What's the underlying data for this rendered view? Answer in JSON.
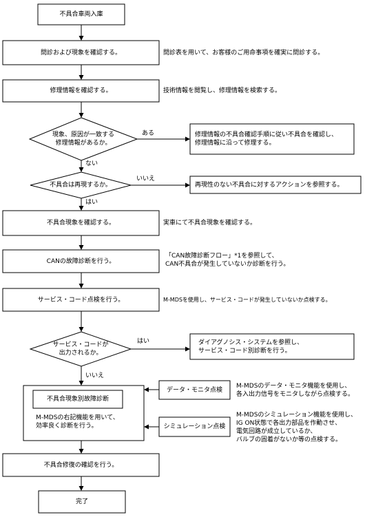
{
  "steps": {
    "intake": "不具合車両入庫",
    "interview": "問診および現象を確認する。",
    "repair_info": "修理情報を確認する。",
    "reproduce_confirm": "不具合現象を確認する。",
    "can_diag": "CANの故障診断を行う。",
    "service_code": "サービス・コード点検を行う。",
    "phenomenon_diag": "不具合現象別故障診断",
    "mmds_use": [
      "M-MDSの右記機能を用いて、",
      "効率良く診断を行う。"
    ],
    "data_monitor": "データ・モニタ点検",
    "simulation": "シミュレーション点検",
    "repair_confirm": "不具合修復の確認を行う。",
    "done": "完了"
  },
  "decisions": {
    "match": [
      "現象、原因が一致する",
      "修理情報があるか。"
    ],
    "reproducible": "不具合は再現するか。",
    "code_output": [
      "サービス・コードが",
      "出力されるか。"
    ]
  },
  "branch_labels": {
    "aru": "ある",
    "nai": "ない",
    "iie1": "いいえ",
    "hai1": "はい",
    "hai2": "はい",
    "iie2": "いいえ"
  },
  "outcomes": {
    "match_yes": [
      "修理情報の不具合確認手順に従い不具合を確認し、",
      "修理情報に沿って修理する。"
    ],
    "not_reproducible": "再現性のない不具合に対するアクションを参照する。",
    "code_yes": [
      "ダイアグノシス・システムを参照し、",
      "サービス・コード別診断を行う。"
    ]
  },
  "notes": {
    "interview": "問診表を用いて、お客様のご用命事項を確実に問診する。",
    "repair_info": "技術情報を閲覧し、修理情報を検索する。",
    "reproduce_confirm": "実車にて不具合現象を確認する。",
    "can_diag": [
      "「CAN故障診断フロー」*1を参照して、",
      "CAN不具合が発生していないか診断を行う。"
    ],
    "service_code": "M-MDSを使用し、サービス・コードが発生していないか点検する。",
    "data_monitor": [
      "M-MDSのデータ・モニタ機能を使用し、",
      "各入出力信号をモニタしながら点検する。"
    ],
    "simulation": [
      "M-MDSのシミュレーション機能を使用し、",
      "IG ON状態で各出力部品を作動させ、",
      "電気回路が成立しているか、",
      "バルブの固着がないか等の点検する。"
    ]
  }
}
